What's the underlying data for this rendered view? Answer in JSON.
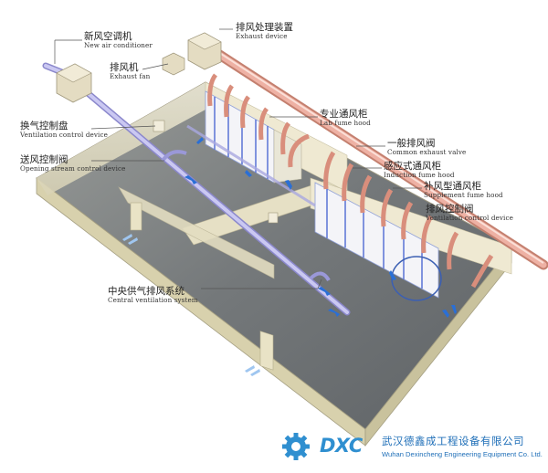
{
  "labels": {
    "new_air_conditioner": {
      "cn": "新风空调机",
      "en": "New air conditioner"
    },
    "exhaust_device": {
      "cn": "排风处理装置",
      "en": "Exhaust device"
    },
    "exhaust_fan": {
      "cn": "排风机",
      "en": "Exhaust fan"
    },
    "ventilation_control_panel": {
      "cn": "换气控制盘",
      "en": "Ventilation control device"
    },
    "opening_stream_control": {
      "cn": "送风控制阀",
      "en": "Opening stream control device"
    },
    "lab_fume_hood": {
      "cn": "专业通风柜",
      "en": "Lab fume hood"
    },
    "common_exhaust_valve": {
      "cn": "一般排风阀",
      "en": "Common exhaust valve"
    },
    "induction_fume_hood": {
      "cn": "感应式通风柜",
      "en": "Induction fume hood"
    },
    "supplement_fume_hood": {
      "cn": "补风型通风柜",
      "en": "Supplement fume hood"
    },
    "ventilation_control_valve": {
      "cn": "排风控制阀",
      "en": "Ventilation control device"
    },
    "central_ventilation": {
      "cn": "中央供气排风系统",
      "en": "Central ventilation system"
    }
  },
  "company": {
    "brand": "DXC",
    "name_cn": "武汉德鑫成工程设备有限公司",
    "name_en": "Wuhan Dexincheng Engineering Equipment Co. Ltd."
  },
  "colors": {
    "exhaust_duct": "#e8a79b",
    "supply_duct": "#a9a7e0",
    "airflow_arrow": "#2a6fd6",
    "wall": "#e8e3cc",
    "floor": "#7c7f7c",
    "brand": "#2f8fd0"
  }
}
